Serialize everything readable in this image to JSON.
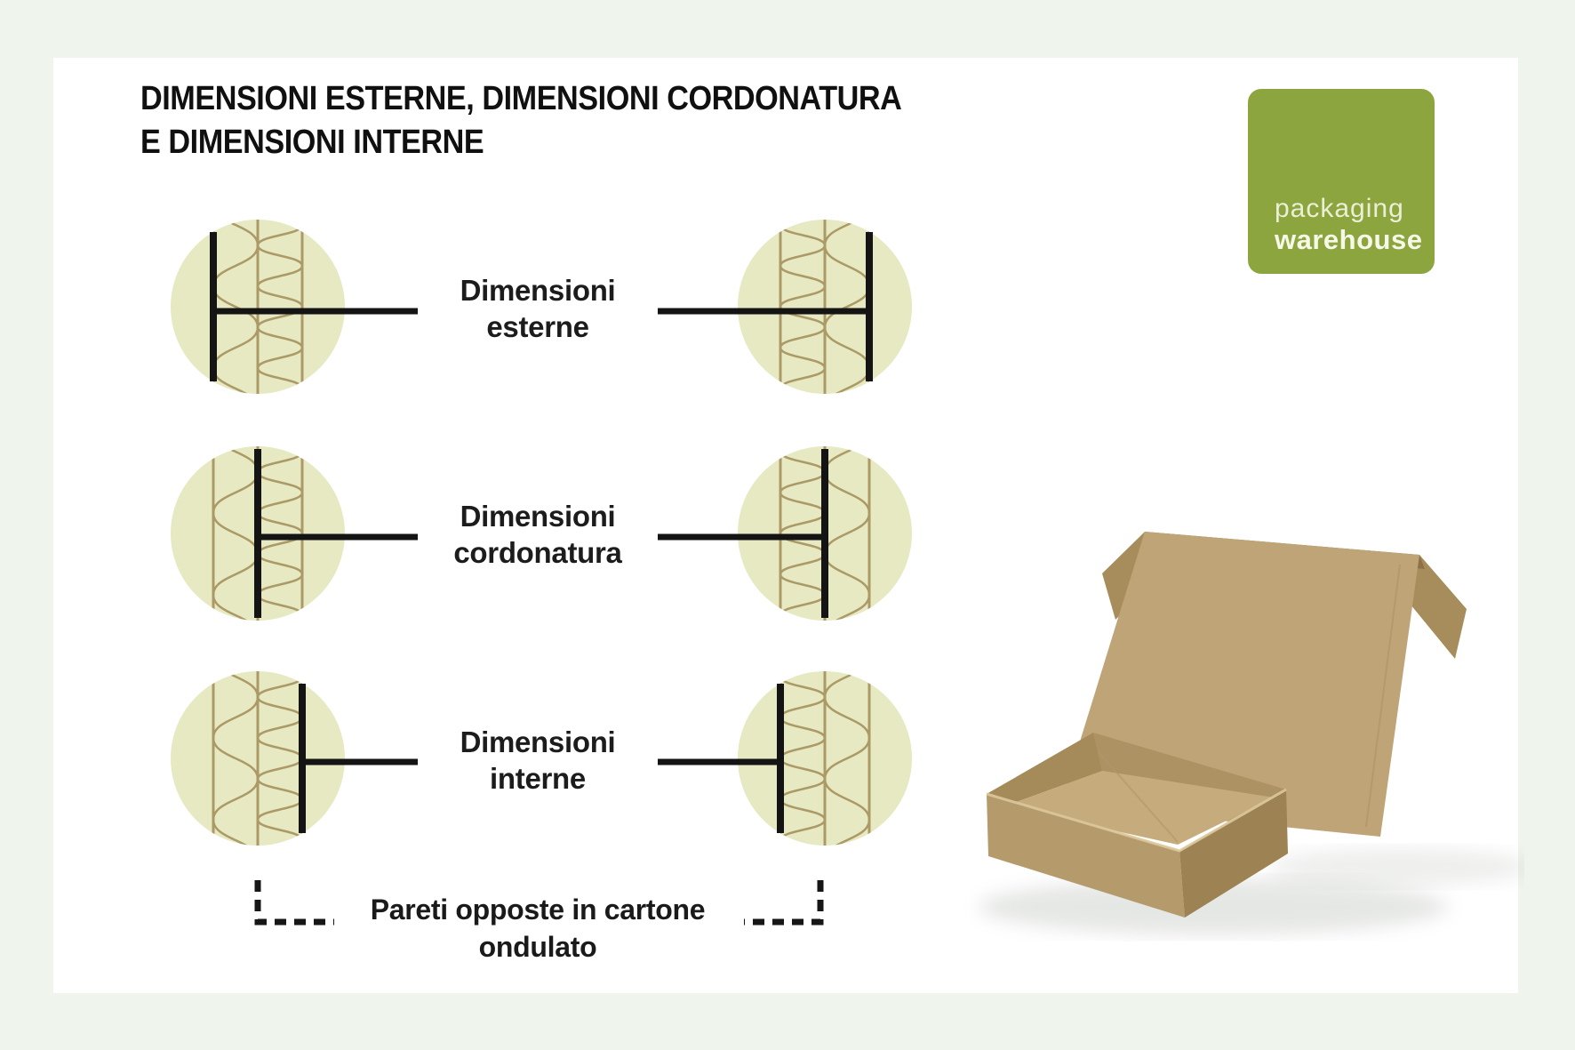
{
  "page": {
    "background_color": "#eff4ec",
    "card_color": "#ffffff"
  },
  "title": {
    "line1": "DIMENSIONI ESTERNE, DIMENSIONI CORDONATURA",
    "line2": "E DIMENSIONI INTERNE"
  },
  "logo": {
    "line1": "packaging",
    "line2": "warehouse",
    "background_color": "#8da53f",
    "text_color": "#f3f6e2"
  },
  "diagram": {
    "circle_fill": "#e6e9c1",
    "board_stroke": "#ab9a67",
    "measure_stroke": "#141414",
    "rows": [
      {
        "id": "esterne",
        "label_line1": "Dimensioni",
        "label_line2": "esterne",
        "measure_position": "outer-face"
      },
      {
        "id": "cordonatura",
        "label_line1": "Dimensioni",
        "label_line2": "cordonatura",
        "measure_position": "board-center"
      },
      {
        "id": "interne",
        "label_line1": "Dimensioni",
        "label_line2": "interne",
        "measure_position": "inner-face"
      }
    ]
  },
  "footnote": {
    "line1": "Pareti opposte in cartone",
    "line2": "ondulato"
  },
  "box_photo": {
    "description": "open kraft corrugated mailer box with lid raised",
    "kraft_lid": "#bfa477",
    "kraft_front": "#b59a6c",
    "kraft_side": "#9d8254",
    "kraft_floor": "#c6ab7c"
  }
}
